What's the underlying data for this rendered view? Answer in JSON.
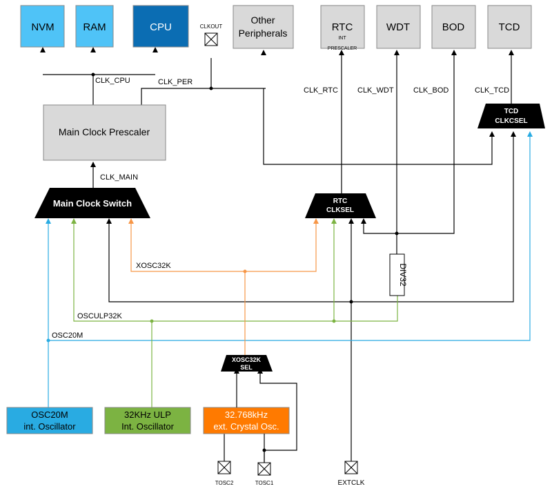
{
  "colors": {
    "wire": "#000000",
    "osc20m": "#29abe2",
    "ulp": "#7cb342",
    "xosc": "#f79646",
    "light_block": "#4fc3f7",
    "cpu_block": "#0b6db3",
    "grey_block": "#d9d9d9"
  },
  "blocks": {
    "nvm": "NVM",
    "ram": "RAM",
    "cpu": "CPU",
    "other_line1": "Other",
    "other_line2": "Peripherals",
    "rtc": "RTC",
    "rtc_sub1": "INT",
    "rtc_sub2": "PRESCALER",
    "wdt": "WDT",
    "bod": "BOD",
    "tcd": "TCD",
    "main_prescaler": "Main Clock Prescaler",
    "div32": "DIV32",
    "osc20m_line1": "OSC20M",
    "osc20m_line2": "int. Oscillator",
    "ulp_line1": "32KHz ULP",
    "ulp_line2": "Int. Oscillator",
    "xosc_line1": "32.768kHz",
    "xosc_line2": "ext. Crystal Osc."
  },
  "muxes": {
    "main_switch": "Main Clock Switch",
    "rtc_line1": "RTC",
    "rtc_line2": "CLKSEL",
    "tcd_line1": "TCD",
    "tcd_line2": "CLKCSEL",
    "xosc_line1": "XOSC32K",
    "xosc_line2": "SEL"
  },
  "pins": {
    "clkout": "CLKOUT",
    "tosc2": "TOSC2",
    "tosc1": "TOSC1",
    "extclk": "EXTCLK"
  },
  "signals": {
    "clk_cpu": "CLK_CPU",
    "clk_per": "CLK_PER",
    "clk_main": "CLK_MAIN",
    "clk_rtc": "CLK_RTC",
    "clk_wdt": "CLK_WDT",
    "clk_bod": "CLK_BOD",
    "clk_tcd": "CLK_TCD",
    "xosc32k": "XOSC32K",
    "osculp32k": "OSCULP32K",
    "osc20m": "OSC20M"
  }
}
